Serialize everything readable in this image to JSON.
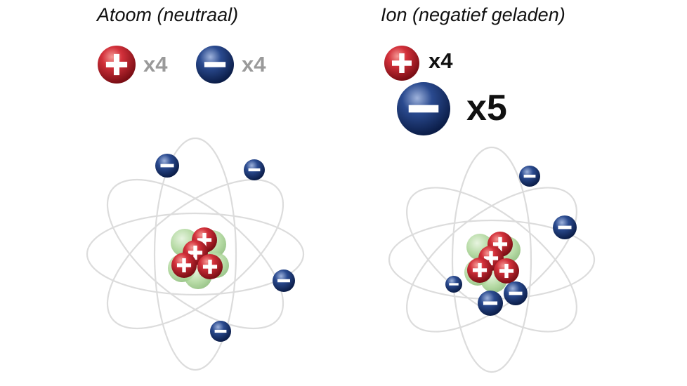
{
  "atom": {
    "title": "Atoom (neutraal)",
    "legend": {
      "proton_count_label": "x4",
      "electron_count_label": "x4",
      "label_color": "#9a9a9a"
    },
    "protons": 4,
    "electrons": 4
  },
  "ion": {
    "title": "Ion (negatief geladen)",
    "legend": {
      "proton_count_label": "x4",
      "electron_count_label": "x5",
      "label_color": "#111111"
    },
    "protons": 4,
    "electrons": 5
  },
  "colors": {
    "proton": "#c8202a",
    "electron": "#1c3a7c",
    "neutron": "#9fce8c",
    "orbit": "#d9d9d9",
    "symbol": "#ffffff"
  },
  "icons": {
    "proton": "plus-sphere-icon",
    "electron": "minus-sphere-icon",
    "neutron": "neutron-sphere-icon"
  }
}
